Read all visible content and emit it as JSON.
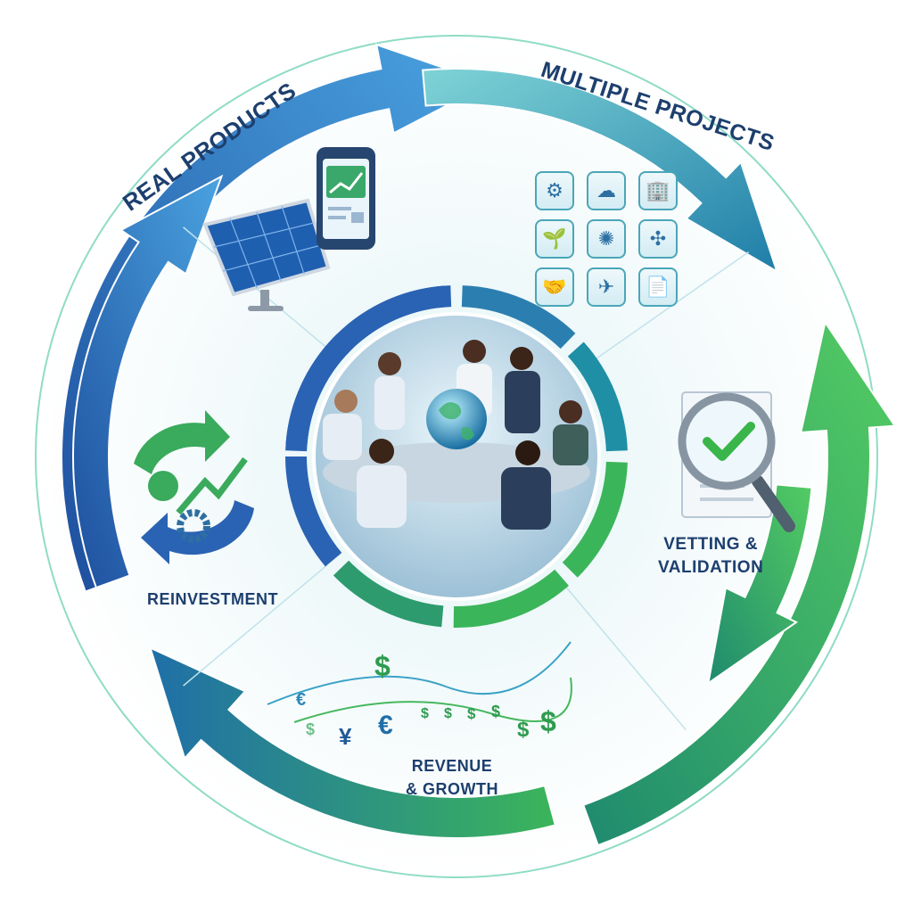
{
  "title": "Investment cycle",
  "stages": {
    "real_products": "REAL PRODUCTS",
    "multiple_projects": "MULTIPLE PROJECTS",
    "vetting": "VETTING & VALIDATION",
    "vetting_line1": "VETTING &",
    "vetting_line2": "VALIDATION",
    "revenue_line1": "REVENUE",
    "revenue_line2": "& GROWTH",
    "reinvestment": "REINVESTMENT"
  },
  "project_icons": [
    "gear-icon",
    "cloud-database-icon",
    "office-building-icon",
    "sprout-icon",
    "network-icon",
    "wind-turbine-icon",
    "handshake-icon",
    "drone-icon",
    "document-icon"
  ],
  "project_glyphs": [
    "⚙",
    "☁",
    "🏢",
    "🌱",
    "✺",
    "✣",
    "🤝",
    "✈",
    "📄"
  ],
  "currency": {
    "dollar": "$",
    "euro": "€",
    "yen": "¥"
  },
  "colors": {
    "blue": "#2a63b3",
    "teal": "#1f8fa6",
    "green": "#3bb55a",
    "text": "#1d3f6e"
  }
}
